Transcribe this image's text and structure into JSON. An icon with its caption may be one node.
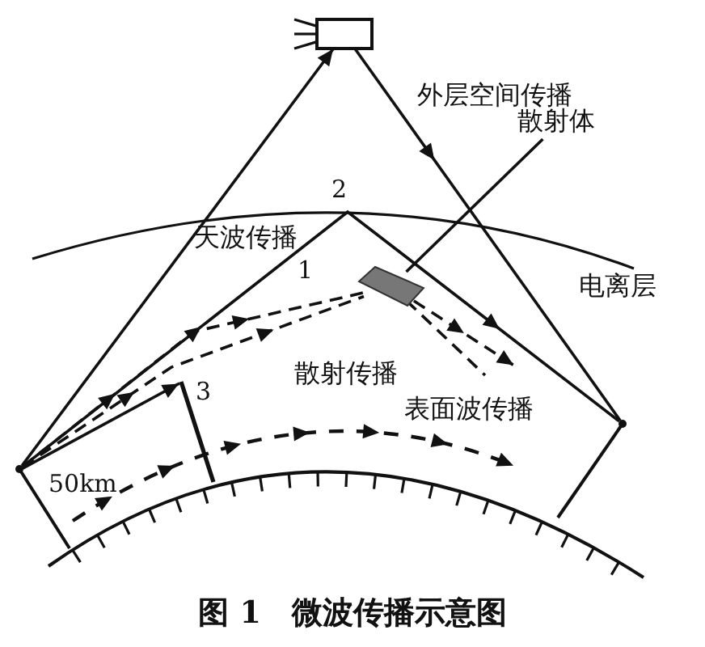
{
  "diagram": {
    "caption": "图 1　微波传播示意图",
    "nodes": [
      {
        "text": [],
        "shape": "box"
      },
      {
        "text": [
          "散射体"
        ]
      },
      {
        "text": [],
        "shape": "parallelogram"
      },
      {
        "text": [],
        "shape": "point"
      },
      {
        "text": [],
        "shape": "point"
      },
      {
        "text": [],
        "shape": "bar"
      }
    ],
    "edges": [
      {
        "from": 3,
        "to": 0,
        "arrow": "to"
      },
      {
        "from": 0,
        "to": 4,
        "arrow": "to"
      },
      {
        "from": 3,
        "to": 4,
        "arrow": "to"
      },
      {
        "from": 1,
        "to": 2,
        "arrow": "none"
      },
      {
        "from": 3,
        "to": 2,
        "arrow": "to",
        "style": "dashed"
      },
      {
        "from": 3,
        "to": 2,
        "arrow": "to",
        "style": "dashed"
      },
      {
        "from": 2,
        "to": null,
        "arrow": "to",
        "style": "dashed"
      },
      {
        "from": 2,
        "to": null,
        "arrow": "none",
        "style": "dashed"
      },
      {
        "from": 3,
        "to": 5,
        "arrow": "to"
      }
    ],
    "labels": [
      "外层空间传播",
      "2",
      "天波传播",
      "电离层",
      "1",
      "3",
      "散射传播",
      "表面波传播",
      "50km"
    ]
  }
}
